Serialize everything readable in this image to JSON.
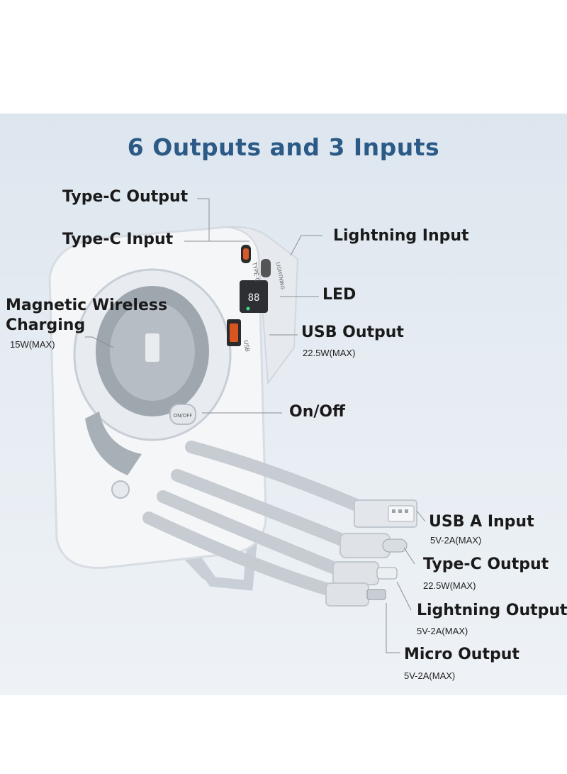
{
  "title": "6 Outputs and 3 Inputs",
  "labels": {
    "typec_output": "Type-C Output",
    "typec_input": "Type-C  Input",
    "lightning_input": "Lightning Input",
    "led": "LED",
    "wireless": "Magnetic Wireless",
    "charging": "Charging",
    "wireless_spec": "15W(MAX)",
    "usb_output": "USB Output",
    "usb_output_spec": "22.5W(MAX)",
    "on_off": "On/Off",
    "usb_a_input": "USB A Input",
    "usb_a_input_spec": "5V-2A(MAX)",
    "typec_output2": "Type-C Output",
    "typec_output2_spec": "22.5W(MAX)",
    "lightning_output": "Lightning Output",
    "lightning_output_spec": "5V-2A(MAX)",
    "micro_output": "Micro Output",
    "micro_output_spec": "5V-2A(MAX)"
  },
  "device": {
    "port_text_typec": "TYPE-C",
    "port_text_lightning": "LIGHTNING",
    "port_text_usb": "USB",
    "button_text": "ON/OFF",
    "led_display": "88"
  }
}
